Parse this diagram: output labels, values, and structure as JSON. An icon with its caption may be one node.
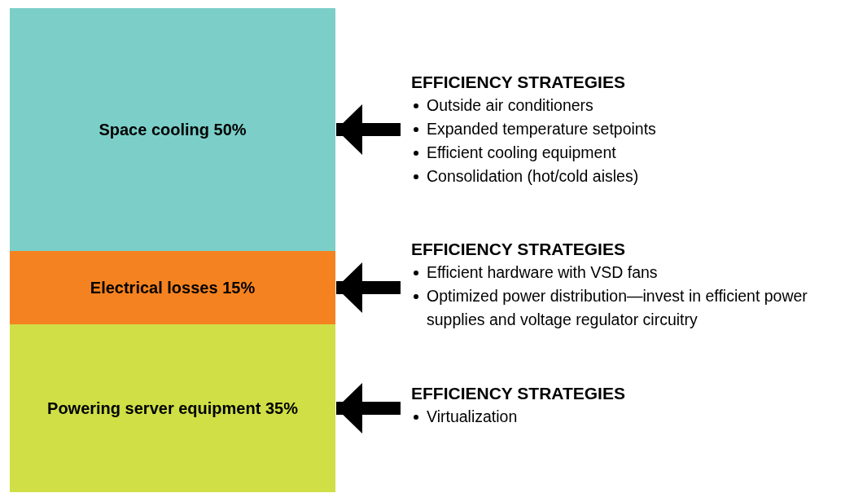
{
  "diagram": {
    "nodes": [
      {
        "text": [
          "Space cooling 50%"
        ]
      },
      {
        "text": [
          "Electrical losses 15%"
        ]
      },
      {
        "text": [
          "Powering server equipment 35%"
        ]
      },
      {
        "text": [
          "EFFICIENCY STRATEGIES",
          "Outside air conditioners",
          "Expanded temperature setpoints",
          "Efficient cooling equipment",
          "Consolidation (hot/cold aisles)"
        ]
      },
      {
        "text": [
          "EFFICIENCY STRATEGIES",
          "Efficient hardware with VSD fans",
          "Optimized power distribution—invest in efficient power supplies and voltage regulator circuitry"
        ]
      },
      {
        "text": [
          "EFFICIENCY STRATEGIES",
          "Virtualization"
        ]
      }
    ],
    "edges": [
      {
        "from": 3,
        "to": 0,
        "arrow": "to"
      },
      {
        "from": 4,
        "to": 1,
        "arrow": "to"
      },
      {
        "from": 5,
        "to": 2,
        "arrow": "to"
      }
    ]
  }
}
